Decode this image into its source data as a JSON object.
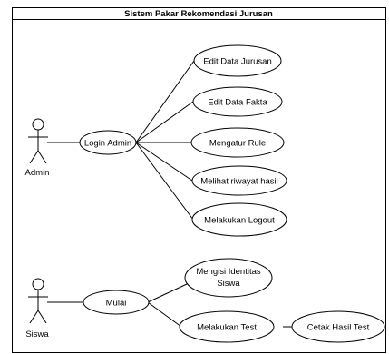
{
  "diagram": {
    "system_title": "Sistem Pakar Rekomendasi Jurusan",
    "actors": {
      "admin": "Admin",
      "siswa": "Siswa"
    },
    "use_cases": {
      "login_admin": "Login Admin",
      "edit_data_jurusan": "Edit Data Jurusan",
      "edit_data_fakta": "Edit Data Fakta",
      "mengatur_rule": "Mengatur Rule",
      "melihat_riwayat_hasil": "Melihat riwayat hasil",
      "melakukan_logout": "Melakukan Logout",
      "mulai": "Mulai",
      "mengisi_identitas_line1": "Mengisi Identitas",
      "mengisi_identitas_line2": "Siswa",
      "melakukan_test": "Melakukan Test",
      "cetak_hasil_test": "Cetak Hasil Test"
    }
  }
}
